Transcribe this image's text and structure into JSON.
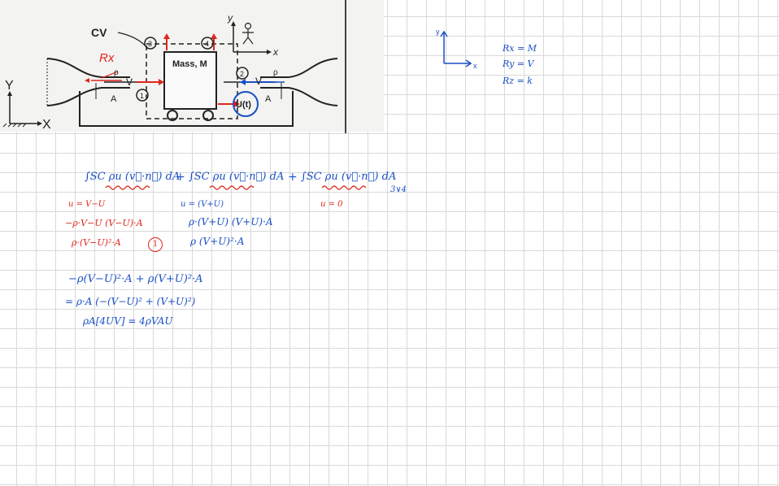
{
  "diagram": {
    "cv_label": "CV",
    "rx_label": "Rx",
    "mass_label": "Mass, M",
    "velocity_label": "V",
    "rho_label": "ρ",
    "area_label": "A",
    "moving_velocity_label": "U(t)",
    "section_labels": [
      "1",
      "2",
      "3",
      "4"
    ],
    "axis_y_label": "Y",
    "axis_x_label": "X",
    "small_axis_y": "y",
    "small_axis_x": "x"
  },
  "axes_sketch": {
    "y_label": "y",
    "x_label": "x"
  },
  "mapping": [
    "Rx = M",
    "Ry = V",
    "Rz = k"
  ],
  "equation": {
    "term1": "∫SC ρu (v⃗·n⃗) dA",
    "plus1": "+",
    "term2": "∫SC ρu (v⃗·n⃗) dA",
    "plus2": "+",
    "term3": "∫SC ρu (v⃗·n⃗) dA",
    "term3_subscript": "3∨4"
  },
  "col1": [
    "u = V−U",
    "−ρ·V−U (V−U)·A",
    "ρ·(V−U)²·A"
  ],
  "col1_circle": "1",
  "col2": [
    "u = (V+U)",
    "ρ·(V+U) (V+U)·A",
    "ρ (V+U)²·A"
  ],
  "col3": [
    "u = 0"
  ],
  "result": [
    "−ρ(V−U)²·A  + ρ(V+U)²·A",
    "= ρ·A (−(V−U)² + (V+U)²)",
    "ρA[4UV] = 4ρVAU"
  ]
}
